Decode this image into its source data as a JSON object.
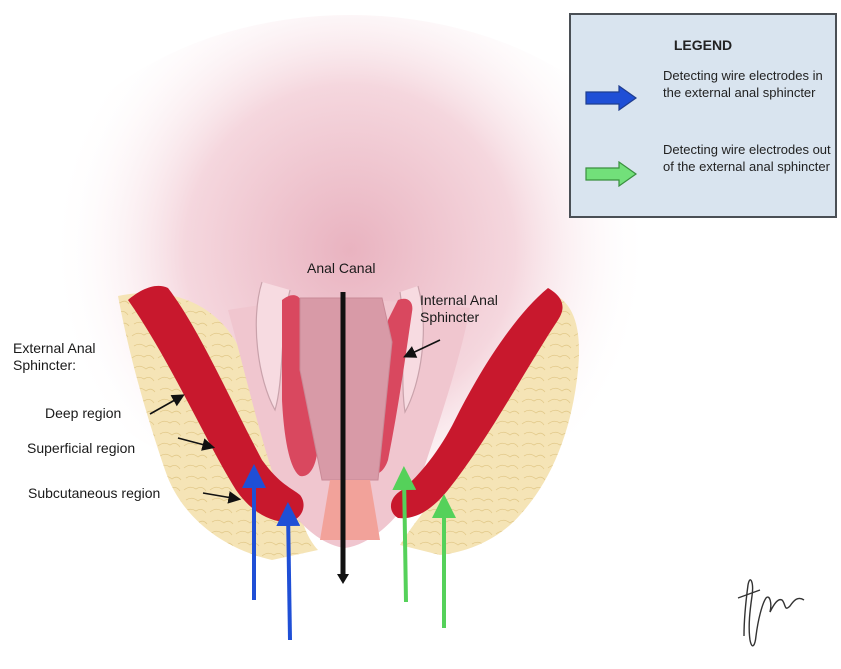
{
  "legend": {
    "title": "LEGEND",
    "items": [
      {
        "text": "Detecting wire electrodes in the external anal sphincter",
        "color": "#1f4fd6"
      },
      {
        "text": "Detecting wire electrodes out of the external anal sphincter",
        "color": "#55d15a"
      }
    ]
  },
  "labels": {
    "anal_canal": "Anal Canal",
    "internal_sphincter": "Internal Anal Sphincter",
    "external_sphincter": "External Anal Sphincter:",
    "deep_region": "Deep region",
    "superficial_region": "Superficial region",
    "subcutaneous_region": "Subcutaneous region"
  },
  "colors": {
    "sphincter_red": "#c8182d",
    "fat_yellow": "#f4e2b0",
    "mucosa_pink": "#e9b4bf",
    "blue_electrode": "#1f4fd6",
    "green_electrode": "#55d15a"
  }
}
